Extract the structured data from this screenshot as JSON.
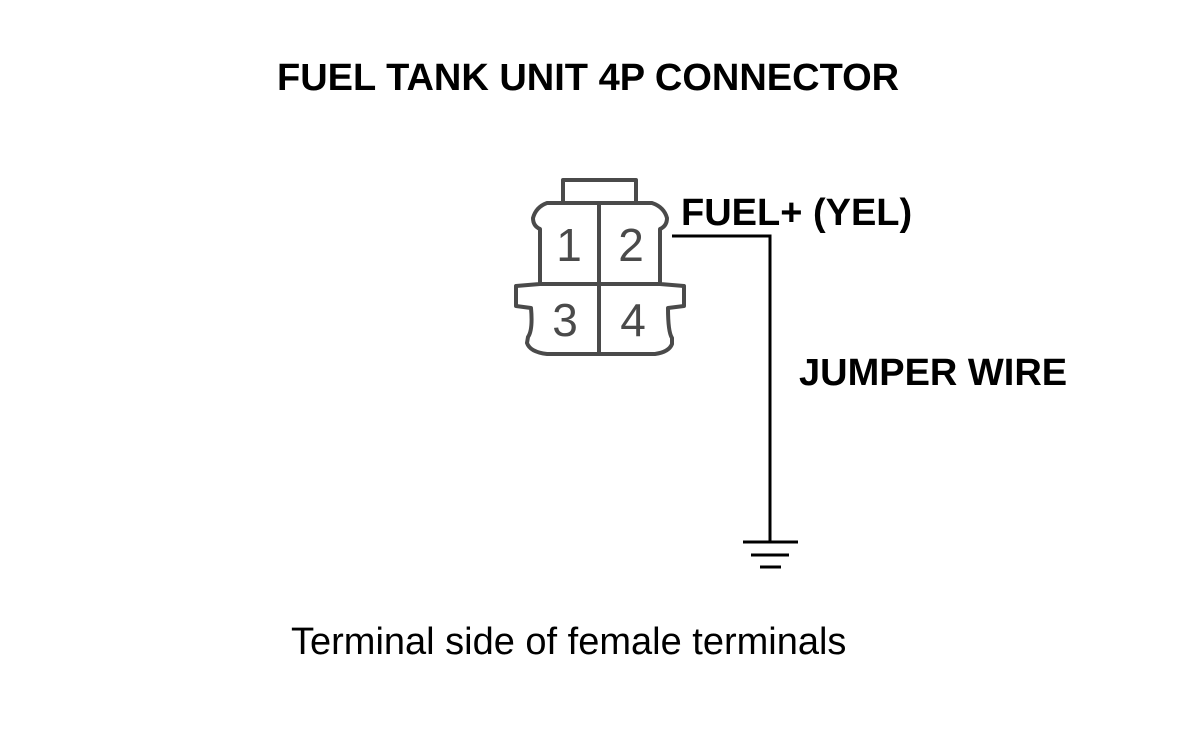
{
  "title": "FUEL TANK UNIT 4P CONNECTOR",
  "connector": {
    "pins": [
      "1",
      "2",
      "3",
      "4"
    ]
  },
  "wire_label": "FUEL+ (YEL)",
  "jumper_label": "JUMPER WIRE",
  "caption": "Terminal side of female terminals",
  "colors": {
    "line": "#000000",
    "connector_outline": "#4a4a4a",
    "background": "#ffffff"
  }
}
